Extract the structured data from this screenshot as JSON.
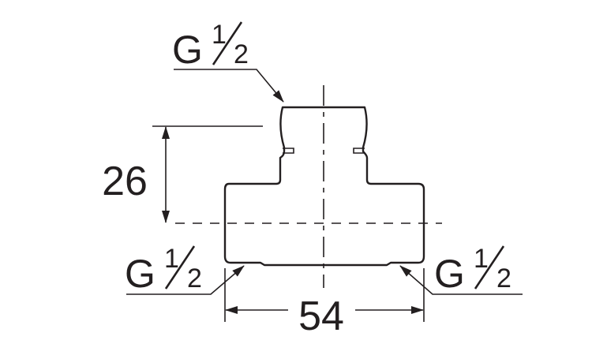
{
  "callouts": [
    {
      "id": "top",
      "letter": "G",
      "numerator": "1",
      "denominator": "2"
    },
    {
      "id": "left",
      "letter": "G",
      "numerator": "1",
      "denominator": "2"
    },
    {
      "id": "right",
      "letter": "G",
      "numerator": "1",
      "denominator": "2"
    }
  ],
  "dimensions": {
    "height": "26",
    "width": "54"
  },
  "colors": {
    "ink": "#231f20",
    "background": "#ffffff"
  }
}
